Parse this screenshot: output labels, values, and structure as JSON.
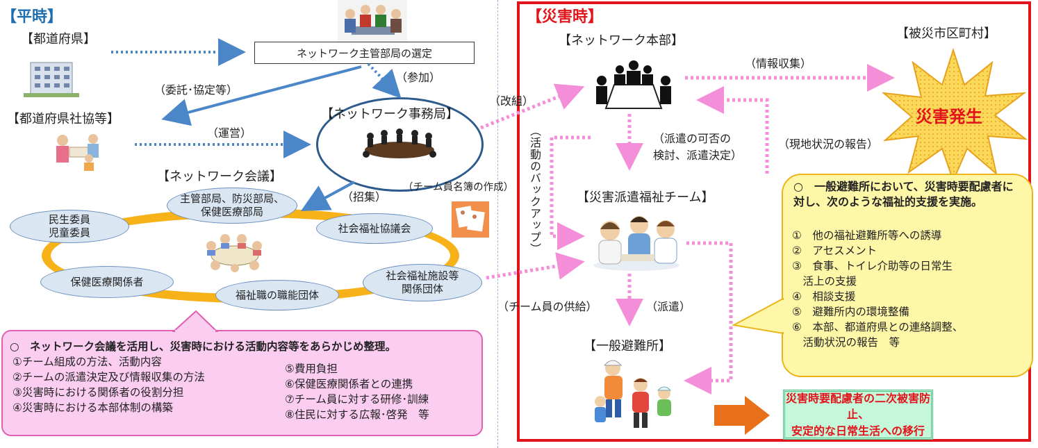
{
  "peacetime": {
    "title": "【平時】",
    "prefecture": "【都道府県】",
    "dept_selection": "ネットワーク主管部局の選定",
    "participation": "（参加）",
    "entrustment": "（委託･協定等）",
    "social_council": "【都道府県社協等】",
    "operation": "（運営）",
    "secretariat": "【ネットワーク事務局】",
    "meeting": "【ネットワーク会議】",
    "convene": "（招集）",
    "roster": "（チーム員名簿の作成）",
    "members": [
      "民生委員\n児童委員",
      "主管部局、防災部局、\n保健医療部局",
      "社会福祉協議会",
      "保健医療関係者",
      "福祉職の職能団体",
      "社会福祉施設等\n関係団体"
    ],
    "summary": {
      "heading": "○　ネットワーク会議を活用し、災害時における活動内容等をあらかじめ整理。",
      "left_items": [
        "①チーム組成の方法、活動内容",
        "②チームの派遣決定及び情報収集の方法",
        "③災害時における関係者の役割分担",
        "④災害時における本部体制の構築"
      ],
      "right_items": [
        "⑤費用負担",
        "⑥保健医療関係者との連携",
        "⑦チーム員に対する研修･訓練",
        "⑧住民に対する広報･啓発　等"
      ]
    }
  },
  "disaster": {
    "title": "【災害時】",
    "hq": "【ネットワーク本部】",
    "affected": "【被災市区町村】",
    "info_collection": "（情報収集）",
    "disaster_occurs": "災害発生",
    "reorganize": "（改組）",
    "decision": "（派遣の可否の\n検討、派遣決定）",
    "report": "（現地状況の報告）",
    "backup": "（活動のバックアップ）",
    "team": "【災害派遣福祉チーム】",
    "supply": "（チーム員の供給）",
    "dispatch": "（派遣）",
    "shelter": "【一般避難所】",
    "support": {
      "heading": "○　一般避難所において、災害時要配慮者に対し、次のような福祉的支援を実施。",
      "items": [
        "①　他の福祉避難所等への誘導",
        "②　アセスメント",
        "③　食事、トイレ介助等の日常生\n　活上の支援",
        "④　相談支援",
        "⑤　避難所内の環境整備",
        "⑥　本部、都道府県との連絡調整、\n　活動状況の報告　等"
      ]
    },
    "outcome": [
      "災害時要配慮者の二次被害防止、",
      "安定的な日常生活への移行"
    ]
  },
  "colors": {
    "peacetime_header": "#1f6fb0",
    "disaster_header": "#e0141a",
    "arrow_blue": "#4a86c8",
    "arrow_pink": "#f48ed9",
    "ring": "#f7b21a",
    "outcome_arrow": "#e8701a"
  },
  "icons": [
    "meeting-people-icon",
    "office-building-icon",
    "caregivers-icon",
    "conference-table-icon",
    "round-table-group-icon",
    "document-icon",
    "hq-meeting-icon",
    "explosion-icon",
    "welfare-team-icon",
    "evacuees-icon"
  ]
}
